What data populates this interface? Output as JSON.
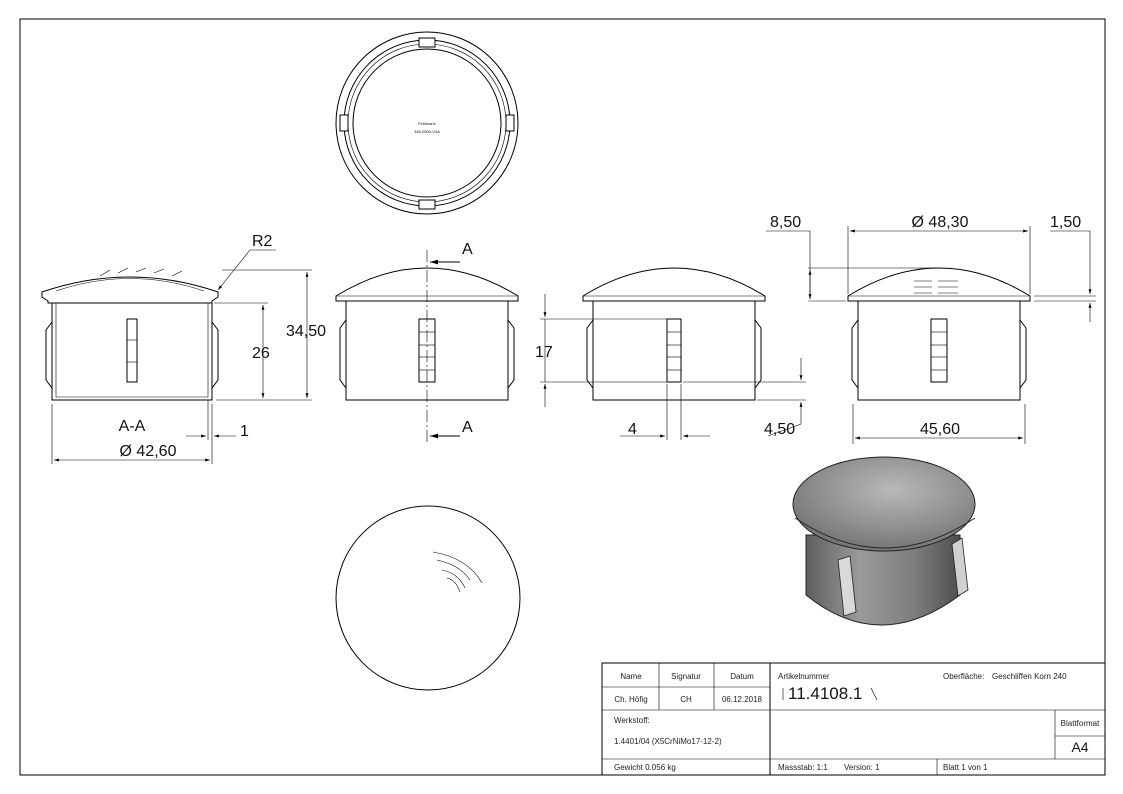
{
  "dimensions": {
    "r2": "R2",
    "h_total": "34,50",
    "h_body": "26",
    "section_label": "A-A",
    "d_inner": "Ø 42,60",
    "wall": "1",
    "cut_a_top": "A",
    "cut_a_bottom": "A",
    "slot_h": "17",
    "slot_w": "4",
    "slot_bottom": "4,50",
    "cap_h": "8,50",
    "d_cap": "Ø 48,30",
    "rim": "1,50",
    "d_body": "45,60"
  },
  "top_view": {
    "marking_line1": "Feldmann",
    "marking_line2": "346-0000-V4A"
  },
  "title_block": {
    "col_name": "Name",
    "col_signature": "Signatur",
    "col_date": "Datum",
    "name": "Ch. Höfig",
    "signature": "CH",
    "date": "06.12.2018",
    "article_label": "Artikelnummer",
    "article_number": "11.4108.1",
    "surface_label": "Oberfläche:",
    "surface_value": "Geschliffen Korn 240",
    "material_label": "Werkstoff:",
    "material_value": "1.4401/04 (X5CrNiMo17-12-2)",
    "sheet_format_label": "Blattformat",
    "sheet_format_value": "A4",
    "weight": "Gewicht 0.056 kg",
    "scale": "Massstab: 1:1",
    "version": "Version: 1",
    "sheet": "Blatt 1 von 1"
  }
}
